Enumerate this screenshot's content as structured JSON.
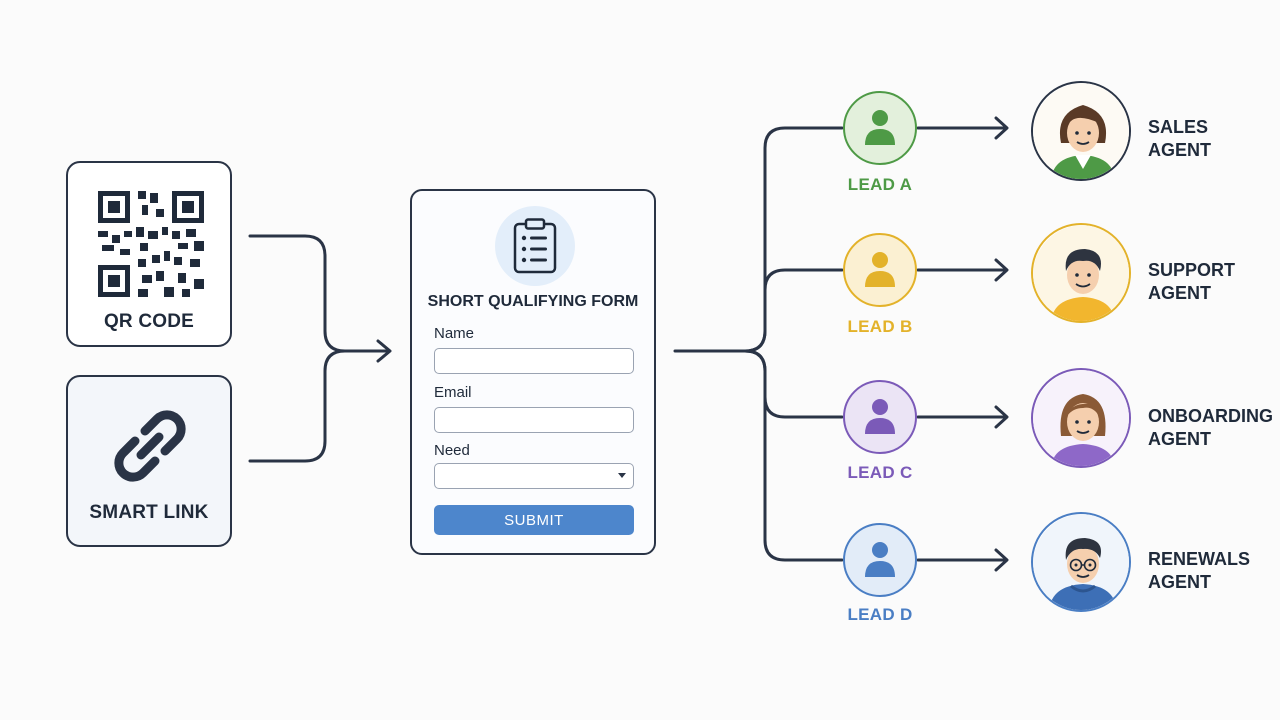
{
  "sources": [
    {
      "label": "QR CODE",
      "icon": "qr-code-icon"
    },
    {
      "label": "SMART LINK",
      "icon": "chain-link-icon"
    }
  ],
  "form": {
    "icon": "clipboard-checklist-icon",
    "title": "SHORT QUALIFYING FORM",
    "fields": [
      {
        "label": "Name",
        "value": ""
      },
      {
        "label": "Email",
        "value": ""
      },
      {
        "label": "Need",
        "value": ""
      }
    ],
    "submit_label": "SUBMIT"
  },
  "leads": [
    {
      "label": "LEAD A",
      "color": "#4e9a46",
      "fill": "#e3f0dc"
    },
    {
      "label": "LEAD B",
      "color": "#e3b22a",
      "fill": "#fbf0d2"
    },
    {
      "label": "LEAD C",
      "color": "#7b5ab8",
      "fill": "#ebe4f5"
    },
    {
      "label": "LEAD D",
      "color": "#4a7ec4",
      "fill": "#e2ecf8"
    }
  ],
  "agents": [
    {
      "line1": "SALES",
      "line2": "AGENT",
      "color": "#4e9a46",
      "icon": "sales-agent-avatar-icon"
    },
    {
      "line1": "SUPPORT",
      "line2": "AGENT",
      "color": "#e3b22a",
      "icon": "support-agent-avatar-icon"
    },
    {
      "line1": "ONBOARDING",
      "line2": "AGENT",
      "color": "#7b5ab8",
      "icon": "onboarding-agent-avatar-icon"
    },
    {
      "line1": "RENEWALS",
      "line2": "AGENT",
      "color": "#4a7ec4",
      "icon": "renewals-agent-avatar-icon"
    }
  ],
  "colors": {
    "line": "#2a3446",
    "accent": "#4d86cc"
  }
}
